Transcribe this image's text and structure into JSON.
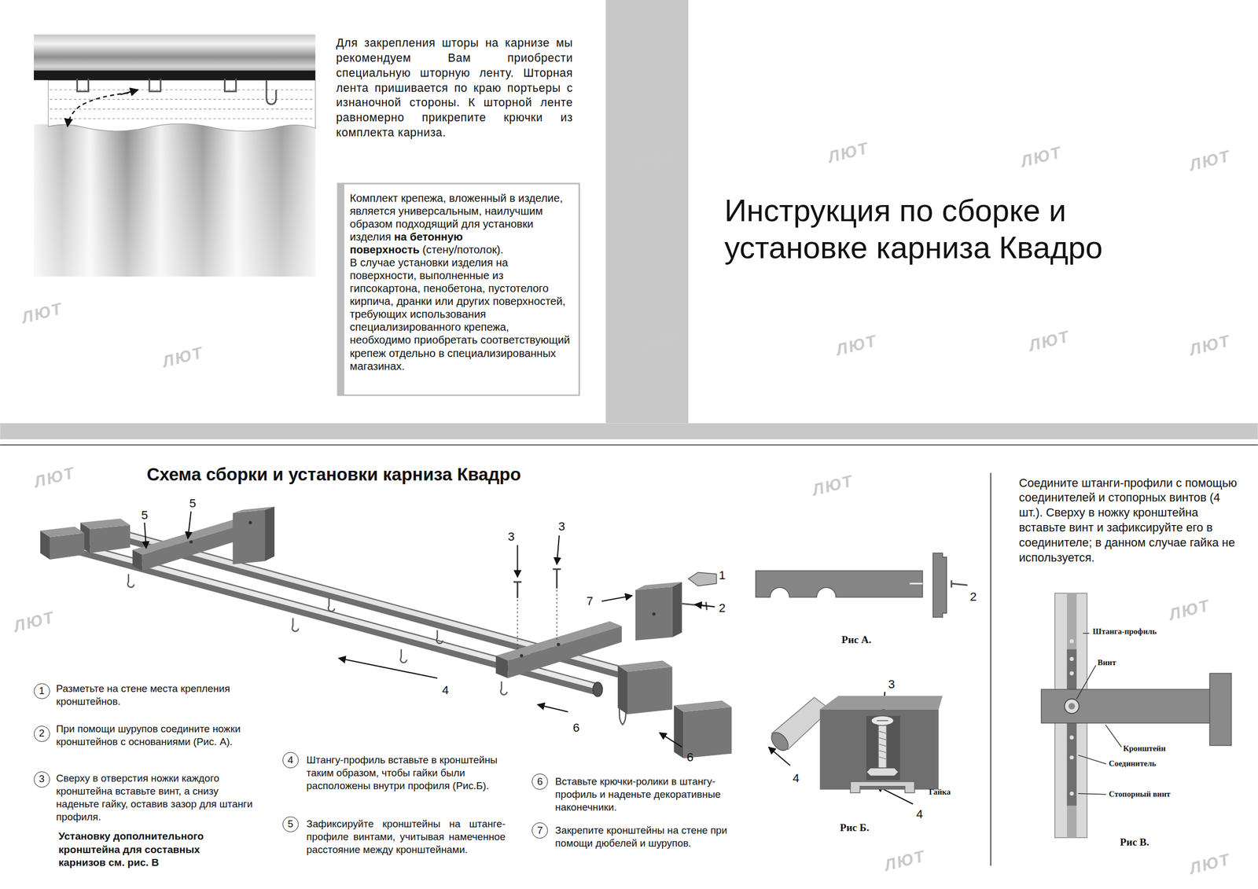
{
  "diagram": {
    "title": "Инструкция по сборке и установке карниза Квадро",
    "nodes": [
      {
        "text": [
          "Комплект крепежа, вложенный в изделие, является универсальным, наилучшим образом подходящий для установки изделия",
          "на бетонную поверхность",
          "(стену/потолок).",
          "В случае установки изделия на поверхности, выполненные из гипсокартона, пенобетона, пустотелого кирпича, дранки или других поверхностей, требующих использования специализированного крепежа, необходимо приобретать соответствующий крепеж отдельно в специализированных магазинах."
        ]
      },
      {
        "text": [
          "1"
        ]
      },
      {
        "text": [
          "2"
        ]
      },
      {
        "text": [
          "3"
        ]
      },
      {
        "text": [
          "4"
        ]
      },
      {
        "text": [
          "5"
        ]
      },
      {
        "text": [
          "6"
        ]
      },
      {
        "text": [
          "7"
        ]
      }
    ],
    "labels": [
      "Для закрепления шторы на карнизе мы рекомендуем Вам приобрести специальную шторную ленту. Шторная лента пришивается по краю портьеры с изнаночной стороны. К шторной ленте равномерно прикрепите крючки из комплекта карниза.",
      "Схема сборки и установки карниза Квадро",
      "5",
      "5",
      "3",
      "3",
      "1",
      "2",
      "7",
      "4",
      "6",
      "6",
      "2",
      "Рис А.",
      "3",
      "Гайка",
      "4",
      "4",
      "Рис Б.",
      "Соедините штанги-профили с помощью соединителей и стопорных винтов (4 шт.). Сверху в ножку кронштейна вставьте винт и зафиксируйте его в соединителе; в данном случае гайка не используется.",
      "Штанга-профиль",
      "Винт",
      "Кронштейн",
      "Соединитель",
      "Стопорный винт",
      "Рис В.",
      "Разметьте на стене места крепления кронштейнов.",
      "При помощи шурупов соедините ножки кронштейнов с основаниями (Рис. А).",
      "Сверху в отверстия ножки каждого кронштейна вставьте винт, а снизу наденьте гайку, оставив зазор для штанги профиля.",
      "Установку дополнительного кронштейна для составных карнизов см. рис. В",
      "Штангу-профиль вставьте в кронштейны таким образом, чтобы гайки были расположены внутри профиля (Рис.Б).",
      "Зафиксируйте кронштейны на штанге-профиле винтами, учитывая намеченное расстояние между кронштейнами.",
      "Вставьте крючки-ролики в штангу-профиль и наденьте декоративные наконечники.",
      "Закрепите кронштейны на стене при помощи дюбелей и шурупов.",
      "ЛЮТ",
      "ЛЮТ",
      "ЛЮТ",
      "ЛЮТ",
      "ЛЮТ",
      "ЛЮТ",
      "ЛЮТ",
      "ЛЮТ",
      "ЛЮТ",
      "ЛЮТ",
      "ЛЮТ",
      "ЛЮТ",
      "ЛЮТ",
      "ЛЮТ",
      "ЛЮТ",
      "ЛЮТ"
    ]
  }
}
